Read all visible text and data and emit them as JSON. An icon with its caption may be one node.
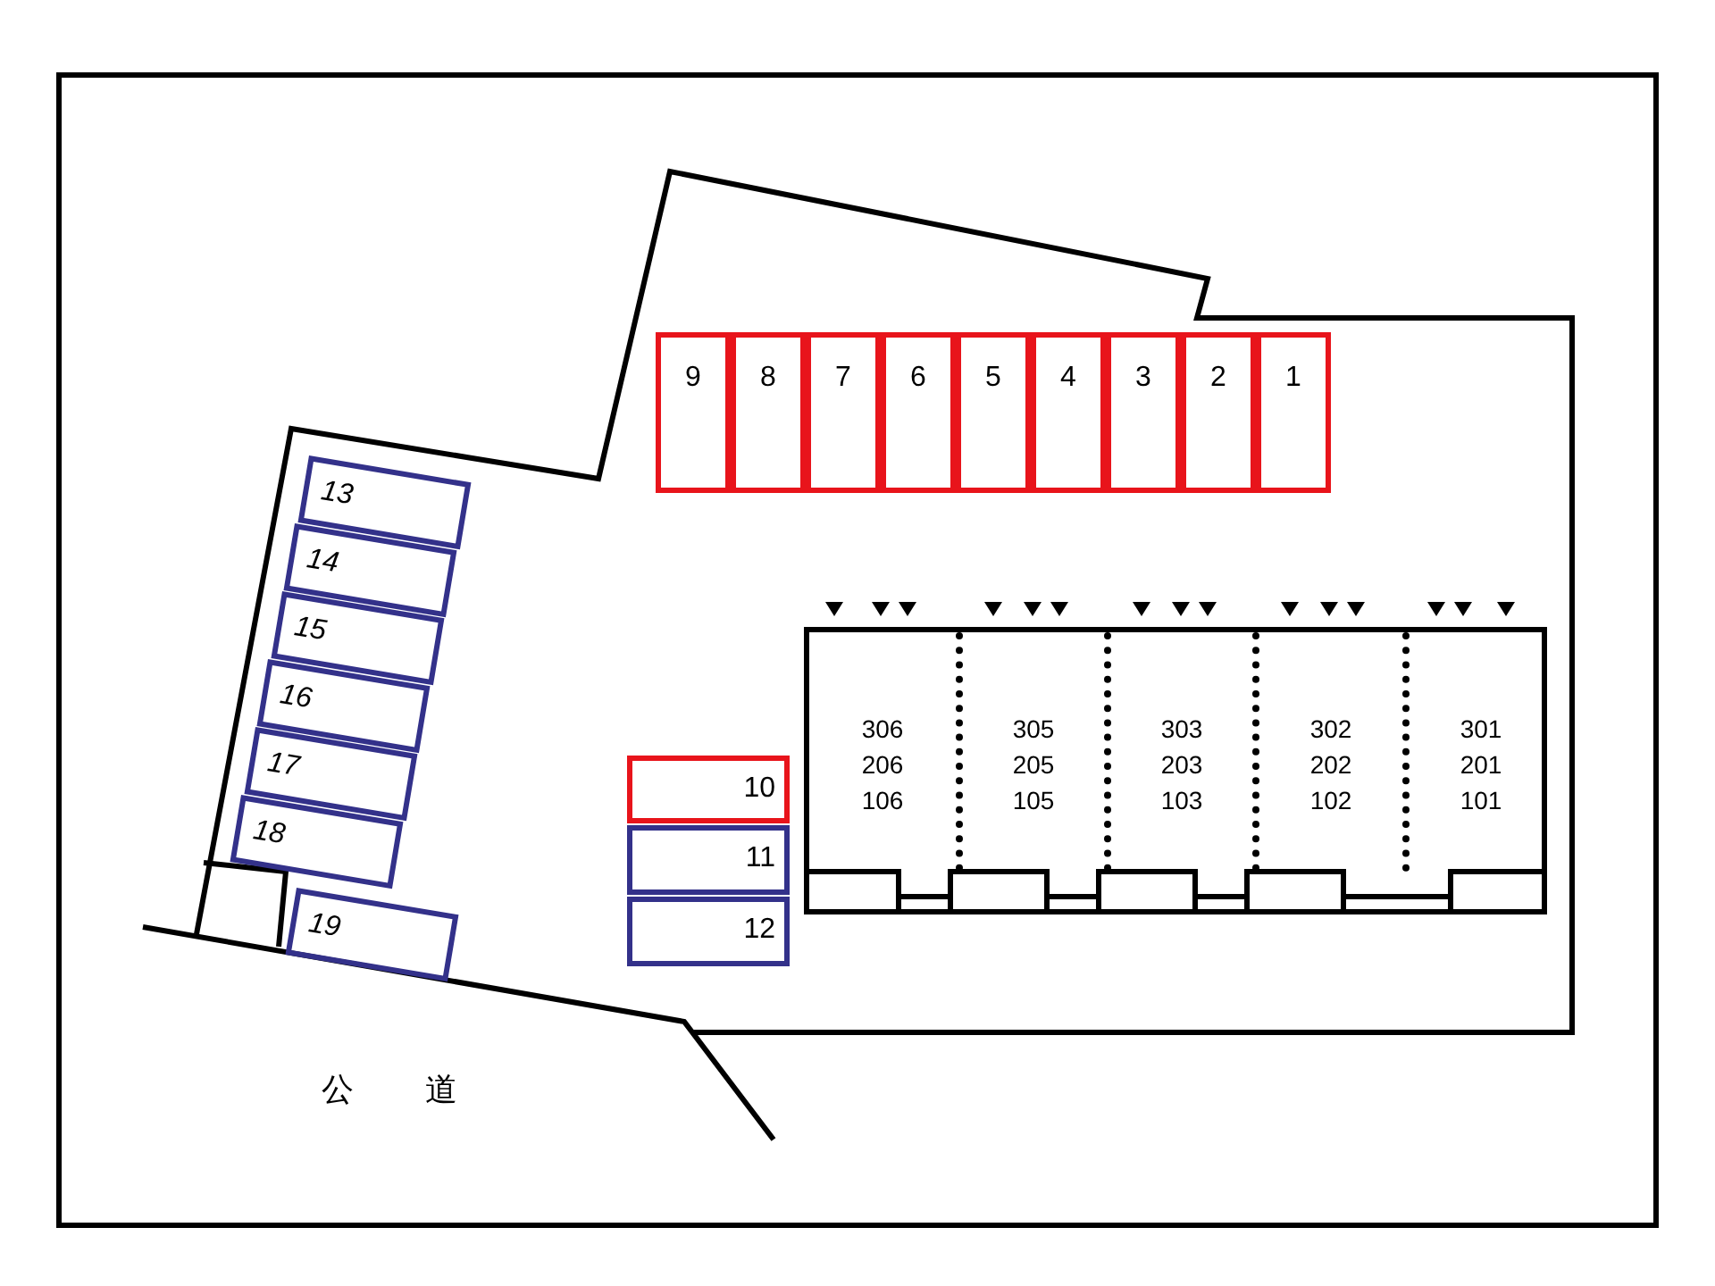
{
  "diagram": {
    "nodes": [
      {
        "text": [
          "9"
        ]
      },
      {
        "text": [
          "8"
        ]
      },
      {
        "text": [
          "7"
        ]
      },
      {
        "text": [
          "6"
        ]
      },
      {
        "text": [
          "5"
        ]
      },
      {
        "text": [
          "4"
        ]
      },
      {
        "text": [
          "3"
        ]
      },
      {
        "text": [
          "2"
        ]
      },
      {
        "text": [
          "1"
        ]
      },
      {
        "text": [],
        "shape": "box"
      },
      {
        "text": [
          "306 206 106"
        ],
        "in": 9
      },
      {
        "text": [
          "305 205 105"
        ],
        "in": 9
      },
      {
        "text": [
          "303 203 103"
        ],
        "in": 9
      },
      {
        "text": [
          "302 202 102"
        ],
        "in": 9
      },
      {
        "text": [
          "301 201 101"
        ],
        "in": 9
      },
      {
        "text": [
          "10"
        ]
      },
      {
        "text": [
          "11"
        ]
      },
      {
        "text": [
          "12"
        ]
      },
      {
        "text": [
          "13"
        ]
      },
      {
        "text": [
          "14"
        ]
      },
      {
        "text": [
          "15"
        ]
      },
      {
        "text": [
          "16"
        ]
      },
      {
        "text": [
          "17"
        ]
      },
      {
        "text": [
          "18"
        ]
      },
      {
        "text": [
          "19"
        ]
      }
    ],
    "labels": [
      "公道"
    ]
  }
}
